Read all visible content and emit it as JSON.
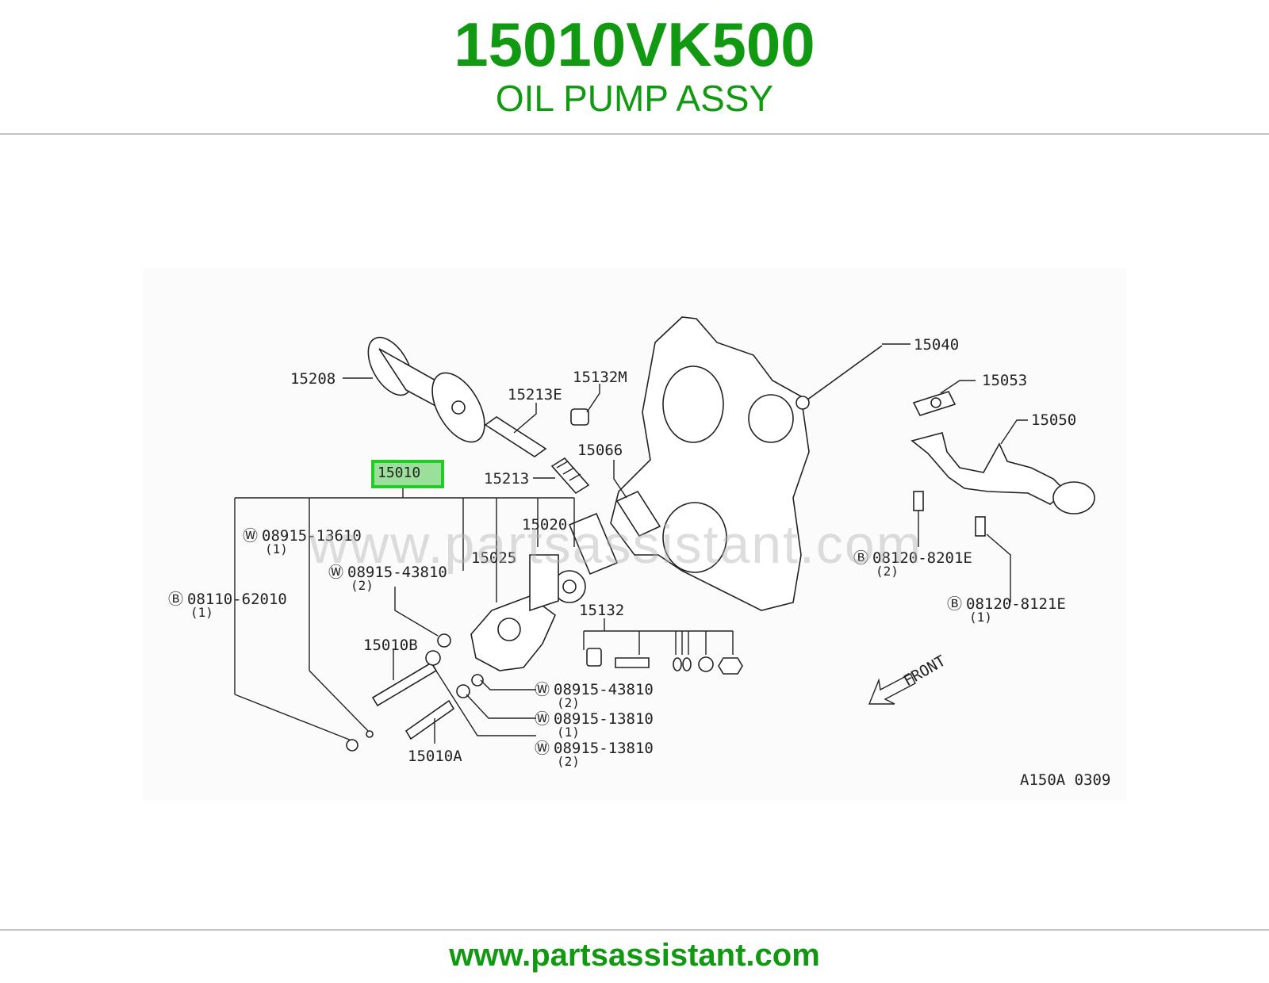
{
  "header": {
    "part_number": "15010VK500",
    "part_name": "OIL PUMP ASSY"
  },
  "diagram": {
    "watermark": "www.partsassistant.com",
    "highlighted_part": "15010",
    "drawing_code": "A150A 0309",
    "front_label": "FRONT",
    "labels": {
      "p15208": "15208",
      "p15213E": "15213E",
      "p15132M": "15132M",
      "p15040": "15040",
      "p15053": "15053",
      "p15050": "15050",
      "p15066": "15066",
      "p15213": "15213",
      "p15020": "15020",
      "p15025": "15025",
      "p15132": "15132",
      "p15010B": "15010B",
      "p15010A": "15010A",
      "w08915_13610": "08915-13610",
      "w08915_13610_qty": "(1)",
      "w08915_43810a": "08915-43810",
      "w08915_43810a_qty": "(2)",
      "b08110_62010": "08110-62010",
      "b08110_62010_qty": "(1)",
      "w08915_43810b": "08915-43810",
      "w08915_43810b_qty": "(2)",
      "w08915_13810a": "08915-13810",
      "w08915_13810a_qty": "(1)",
      "w08915_13810b": "08915-13810",
      "w08915_13810b_qty": "(2)",
      "b08120_8201E": "08120-8201E",
      "b08120_8201E_qty": "(2)",
      "b08120_8121E": "08120-8121E",
      "b08120_8121E_qty": "(1)"
    }
  },
  "footer": {
    "url": "www.partsassistant.com"
  }
}
